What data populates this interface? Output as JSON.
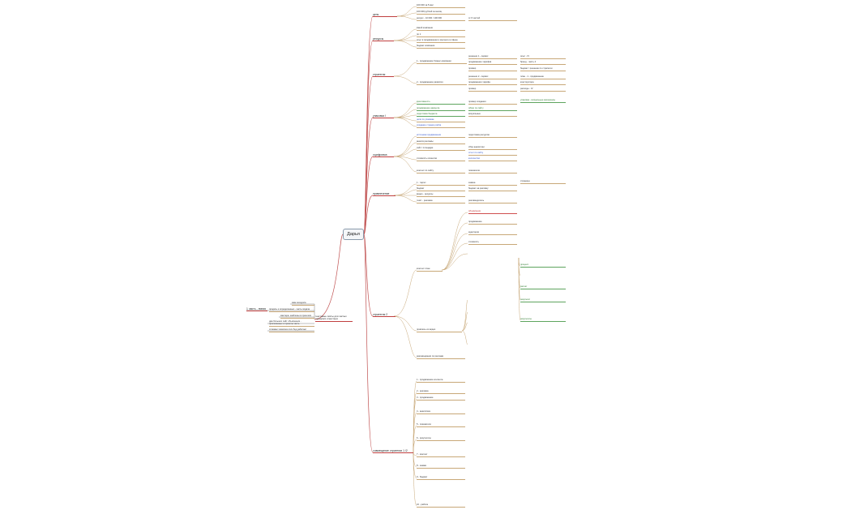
{
  "root": "Дарья",
  "left": {
    "origin": "1 часть - линия",
    "mid": "текстовые листы для чистых городских и местных",
    "items": [
      "мам заходила",
      "продать и определенных - часть подача",
      "мастера: шаблоны в прошлом",
      "два больших сайт объяснения - прописанных и проекты часть",
      "словами тематика этих бед работает"
    ]
  },
  "branches": [
    {
      "label": "цель",
      "children": [
        "100 000 за 5 мес",
        "100 000 рублей за месяц",
        "ресурс - 10 000 / 100 000",
        "от 6 частей"
      ]
    },
    {
      "label": "ресурсы",
      "children": [
        "Какой компании",
        "пр 1",
        "опыт в продвижении и контенте в сфере",
        "бюджет компании"
      ]
    },
    {
      "label": "стратегия",
      "children": [
        "1 - продвижение бизнес-компании",
        "2 - продвижение развития",
        "решение 1 - сервис",
        "продвижение тарифов",
        "пример",
        "решение 2 - сервис",
        "продвижения тарифа",
        "пример",
        "опыт - IV",
        "бренд - часть 4",
        "бюджет / решение по стратегии",
        "план - 1 - продвижение",
        "конструктора",
        "расходы - IV"
      ]
    },
    {
      "label": "упаковка I",
      "children": [
        "креативность",
        "продвижение аккаунта",
        "подготовка бюджета",
        "цели по упаковке",
        "создание страниц сайта",
        "пример создания",
        "обзор по сайту",
        "визуальные",
        "упаковка - визуальные материалы"
      ]
    },
    {
      "label": "оцифровка",
      "children": [
        "источники продвижения",
        "анализ рекламы",
        "сайт / площадки",
        "стоимость клиентов",
        "контент по сайту",
        "подготовка ресурсов",
        "сбор аналитики",
        "отчет по сайту",
        "количество",
        "показатели"
      ]
    },
    {
      "label": "привлечение",
      "children": [
        "1 - таргет",
        "бюджет",
        "видео - ресурсы",
        "текст - реклама",
        "заявка",
        "бюджет на рекламу",
        "рекламодатель",
        "страница"
      ]
    },
    {
      "label": "стратегия 2",
      "children": [
        "контент план",
        "привлечь из видео",
        "рекомендации по рекламе",
        "объявления",
        "продвижение",
        "аудитория",
        "стоимость",
        "процесс",
        "расчет",
        "результат",
        "результаты"
      ]
    },
    {
      "label": "совмещение стратегии 1 /2",
      "children": [
        "1 - продвижение контента",
        "2 - реклама",
        "3 - продвижение",
        "4 - аналитика",
        "5 - показатели",
        "6 - результаты",
        "7 - контент",
        "8 - заявки",
        "9 - бюджет",
        "10 - работа"
      ]
    }
  ]
}
